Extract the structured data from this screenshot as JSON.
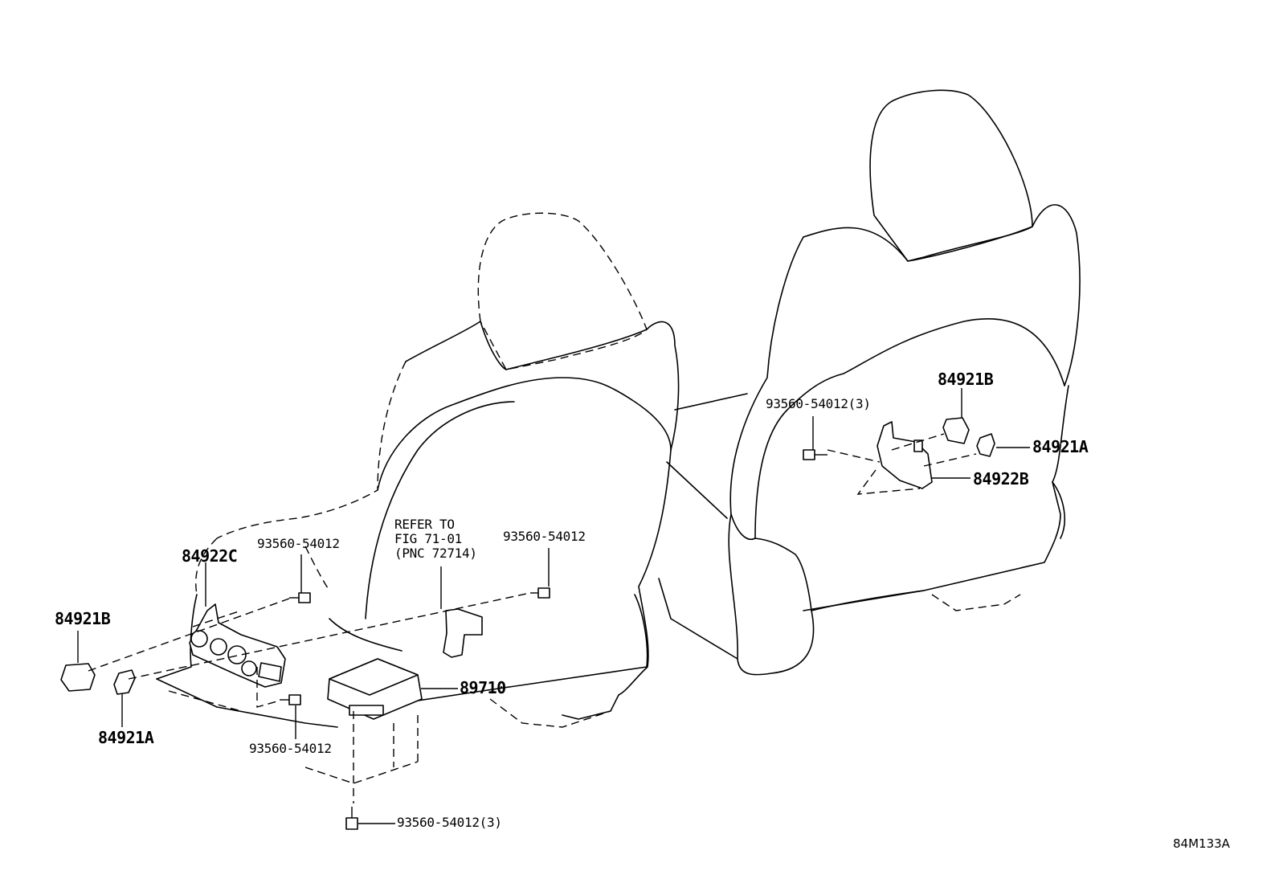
{
  "labels": {
    "p84922C": "84922C",
    "p84921B_left": "84921B",
    "p84921A_left": "84921A",
    "screw_top_left": "93560-54012",
    "screw_top_mid": "93560-54012",
    "screw_low_left": "93560-54012",
    "refer_note": "REFER TO\nFIG 71-01\n(PNC 72714)",
    "p89710": "89710",
    "screw_bottom": "93560-54012(3)",
    "screw_right": "93560-54012(3)",
    "p84921B_right": "84921B",
    "p84921A_right": "84921A",
    "p84922B": "84922B",
    "diagram_code": "84M133A"
  }
}
